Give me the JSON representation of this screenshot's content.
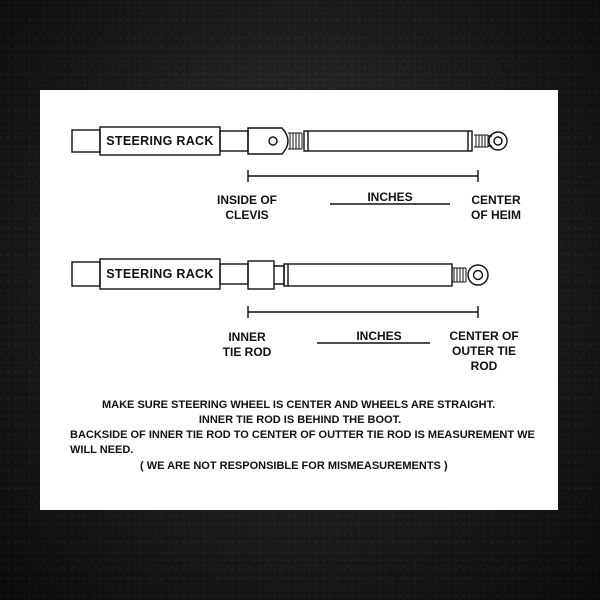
{
  "diagram1": {
    "rack_label": "STEERING RACK",
    "left_label": "INSIDE OF\nCLEVIS",
    "mid_label": "INCHES",
    "right_label": "CENTER\nOF HEIM"
  },
  "diagram2": {
    "rack_label": "STEERING RACK",
    "left_label": "INNER\nTIE ROD",
    "mid_label": "INCHES",
    "right_label": "CENTER OF\nOUTER TIE\nROD"
  },
  "notes": {
    "line1": "MAKE SURE STEERING WHEEL IS CENTER AND WHEELS ARE STRAIGHT.",
    "line2": "INNER TIE ROD IS BEHIND THE BOOT.",
    "line3": "BACKSIDE OF INNER TIE ROD TO CENTER OF OUTTER TIE ROD IS MEASUREMENT WE WILL NEED.",
    "line4": "( WE ARE NOT RESPONSIBLE FOR MISMEASUREMENTS )"
  }
}
